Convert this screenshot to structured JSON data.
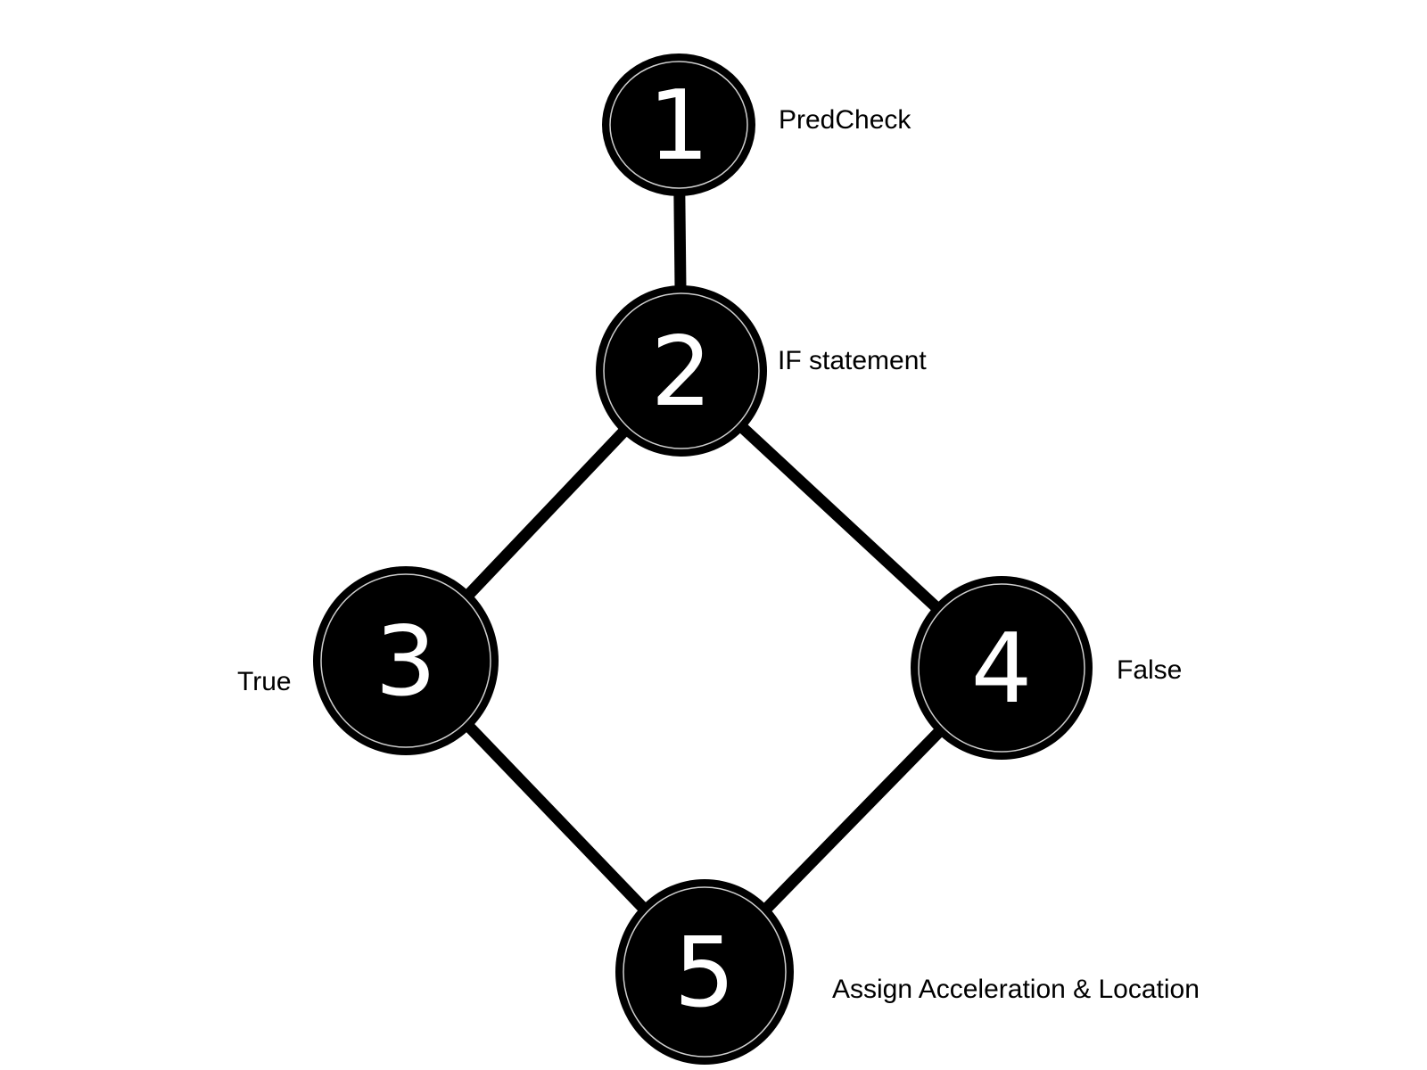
{
  "diagram": {
    "nodes": [
      {
        "id": "1",
        "number": "1",
        "label": "PredCheck"
      },
      {
        "id": "2",
        "number": "2",
        "label": "IF statement"
      },
      {
        "id": "3",
        "number": "3",
        "label": "True"
      },
      {
        "id": "4",
        "number": "4",
        "label": "False"
      },
      {
        "id": "5",
        "number": "5",
        "label": "Assign Acceleration & Location"
      }
    ],
    "edges": [
      {
        "from": "1",
        "to": "2"
      },
      {
        "from": "2",
        "to": "3"
      },
      {
        "from": "2",
        "to": "4"
      },
      {
        "from": "3",
        "to": "5"
      },
      {
        "from": "4",
        "to": "5"
      }
    ],
    "colors": {
      "node_fill": "#000000",
      "node_text": "#ffffff",
      "edge": "#000000",
      "background": "#ffffff"
    }
  }
}
